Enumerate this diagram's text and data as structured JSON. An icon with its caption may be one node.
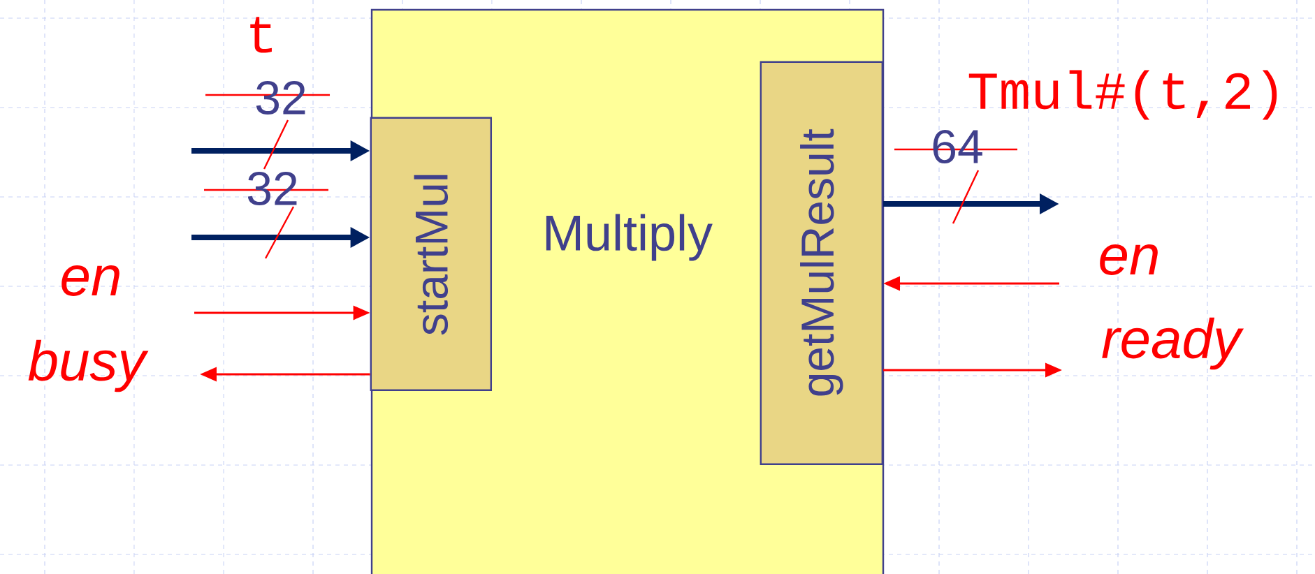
{
  "diagram": {
    "nodes": [
      {
        "text": [
          "Multiply"
        ]
      },
      {
        "text": [
          "startMul"
        ],
        "in": 0
      },
      {
        "text": [
          "getMulResult"
        ],
        "in": 0
      }
    ],
    "edges": [
      {
        "from": null,
        "to": 1,
        "arrow": "to",
        "label": "32",
        "style": "thick",
        "color": "#002060"
      },
      {
        "from": null,
        "to": 1,
        "arrow": "to",
        "label": "32",
        "style": "thick",
        "color": "#002060"
      },
      {
        "from": null,
        "to": 1,
        "arrow": "to",
        "label": "en"
      },
      {
        "from": 1,
        "to": null,
        "arrow": "to",
        "label": "busy"
      },
      {
        "from": 2,
        "to": null,
        "arrow": "to",
        "label": "64",
        "style": "thick",
        "color": "#002060"
      },
      {
        "from": null,
        "to": 2,
        "arrow": "to",
        "label": "en"
      },
      {
        "from": 2,
        "to": null,
        "arrow": "to",
        "label": "ready"
      }
    ],
    "labels": [
      "t",
      "Tmul#(t,2)"
    ]
  }
}
